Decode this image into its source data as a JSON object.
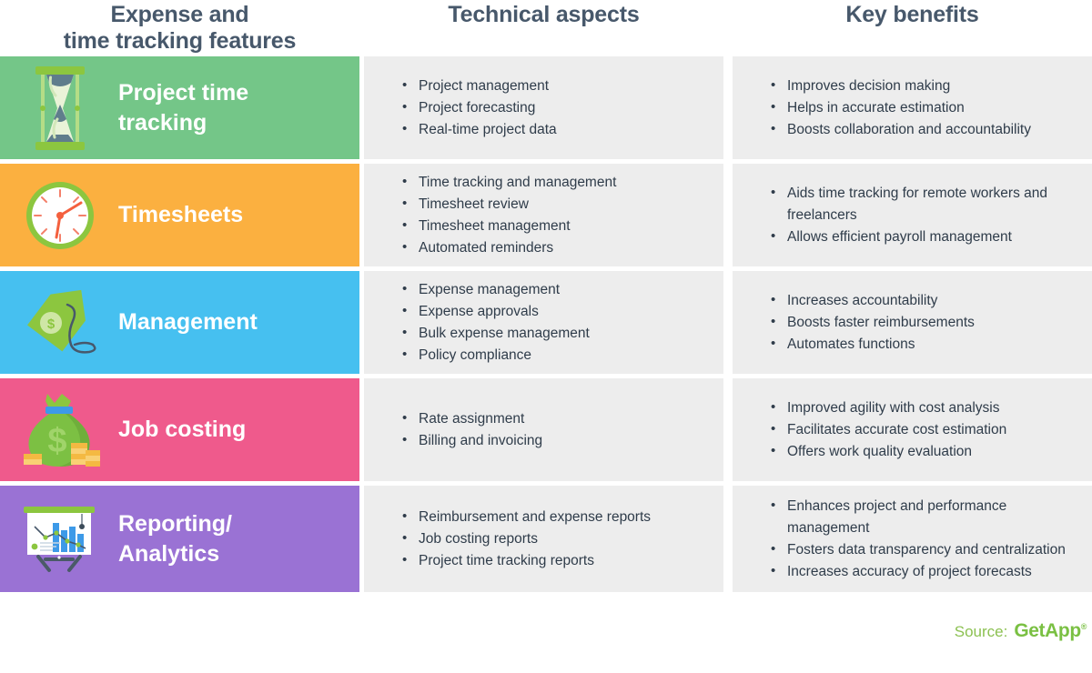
{
  "headers": {
    "col1_line1": "Expense and",
    "col1_line2": "time tracking features",
    "col2": "Technical aspects",
    "col3": "Key benefits"
  },
  "colors": {
    "header_text": "#47586b",
    "row1": "#74c688",
    "row2": "#fbb040",
    "row3": "#46c0f0",
    "row4": "#ef5a8c",
    "row5": "#9a72d4",
    "cell_background": "#ededed",
    "cell_text": "#2f3c4a",
    "brand_green": "#7ac043"
  },
  "rows": [
    {
      "icon": "hourglass-icon",
      "label_line1": "Project time",
      "label_line2": "tracking",
      "technical": [
        "Project management",
        "Project forecasting",
        "Real-time project data"
      ],
      "benefits": [
        "Improves decision making",
        "Helps in accurate estimation",
        "Boosts collaboration and accountability"
      ]
    },
    {
      "icon": "clock-icon",
      "label_line1": "Timesheets",
      "label_line2": "",
      "technical": [
        "Time tracking and management",
        "Timesheet review",
        "Timesheet management",
        "Automated reminders"
      ],
      "benefits": [
        "Aids time tracking for remote workers and freelancers",
        "Allows efficient payroll management"
      ]
    },
    {
      "icon": "price-tag-dollar-icon",
      "label_line1": "Management",
      "label_line2": "",
      "technical": [
        "Expense management",
        "Expense approvals",
        "Bulk expense management",
        "Policy compliance"
      ],
      "benefits": [
        "Increases accountability",
        "Boosts faster reimbursements",
        "Automates functions"
      ]
    },
    {
      "icon": "money-bag-icon",
      "label_line1": "Job costing",
      "label_line2": "",
      "technical": [
        "Rate assignment",
        "Billing and invoicing"
      ],
      "benefits": [
        "Improved agility with cost analysis",
        "Facilitates accurate cost estimation",
        "Offers work quality evaluation"
      ]
    },
    {
      "icon": "presentation-chart-icon",
      "label_line1": "Reporting/",
      "label_line2": "Analytics",
      "technical": [
        "Reimbursement and expense reports",
        "Job costing reports",
        "Project time tracking reports"
      ],
      "benefits": [
        "Enhances project and performance management",
        "Fosters data transparency and centralization",
        "Increases accuracy of project forecasts"
      ]
    }
  ],
  "footer": {
    "source_label": "Source:",
    "brand": "GetApp",
    "registered_mark": "®"
  }
}
